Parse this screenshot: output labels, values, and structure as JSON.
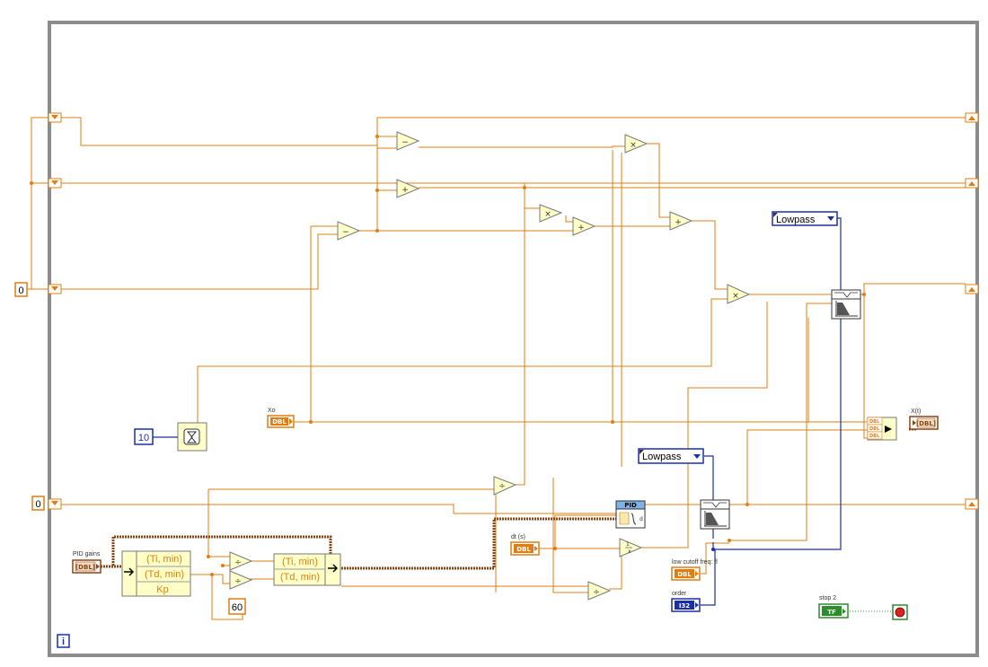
{
  "loop": {
    "iteration_label": "i"
  },
  "constants": {
    "zero_top": "0",
    "zero_bottom": "0",
    "ten": "10",
    "sixty": "60"
  },
  "labels": {
    "xo": "Xo",
    "pid_gains": "PID gains",
    "dt": "dt (s)",
    "low_cutoff": "low cutoff freq: fl",
    "order": "order",
    "xt": "X(t)",
    "stop": "stop 2"
  },
  "type_tags": {
    "dbl": "DBL",
    "i32": "I32",
    "tf": "TF",
    "cluster": "[DBL]",
    "pid": "PID"
  },
  "clusters": {
    "unbundle": [
      "(Ti, min)",
      "(Td, min)",
      "Kp"
    ],
    "bundle": [
      "(Ti, min)",
      "(Td, min)"
    ]
  },
  "enums": {
    "filter_type_1": "Lowpass",
    "filter_type_2": "Lowpass"
  },
  "operators": {
    "subtract": "−",
    "add": "+",
    "multiply": "×",
    "divide": "÷"
  },
  "colors": {
    "wire_dbl": "#e07c10",
    "wire_int": "#1a2fa6",
    "wire_bool": "#2e8b2e",
    "wire_cluster": "#8b4513",
    "loop_border": "#8c8c8c",
    "prim_fill": "#ffffc8"
  }
}
